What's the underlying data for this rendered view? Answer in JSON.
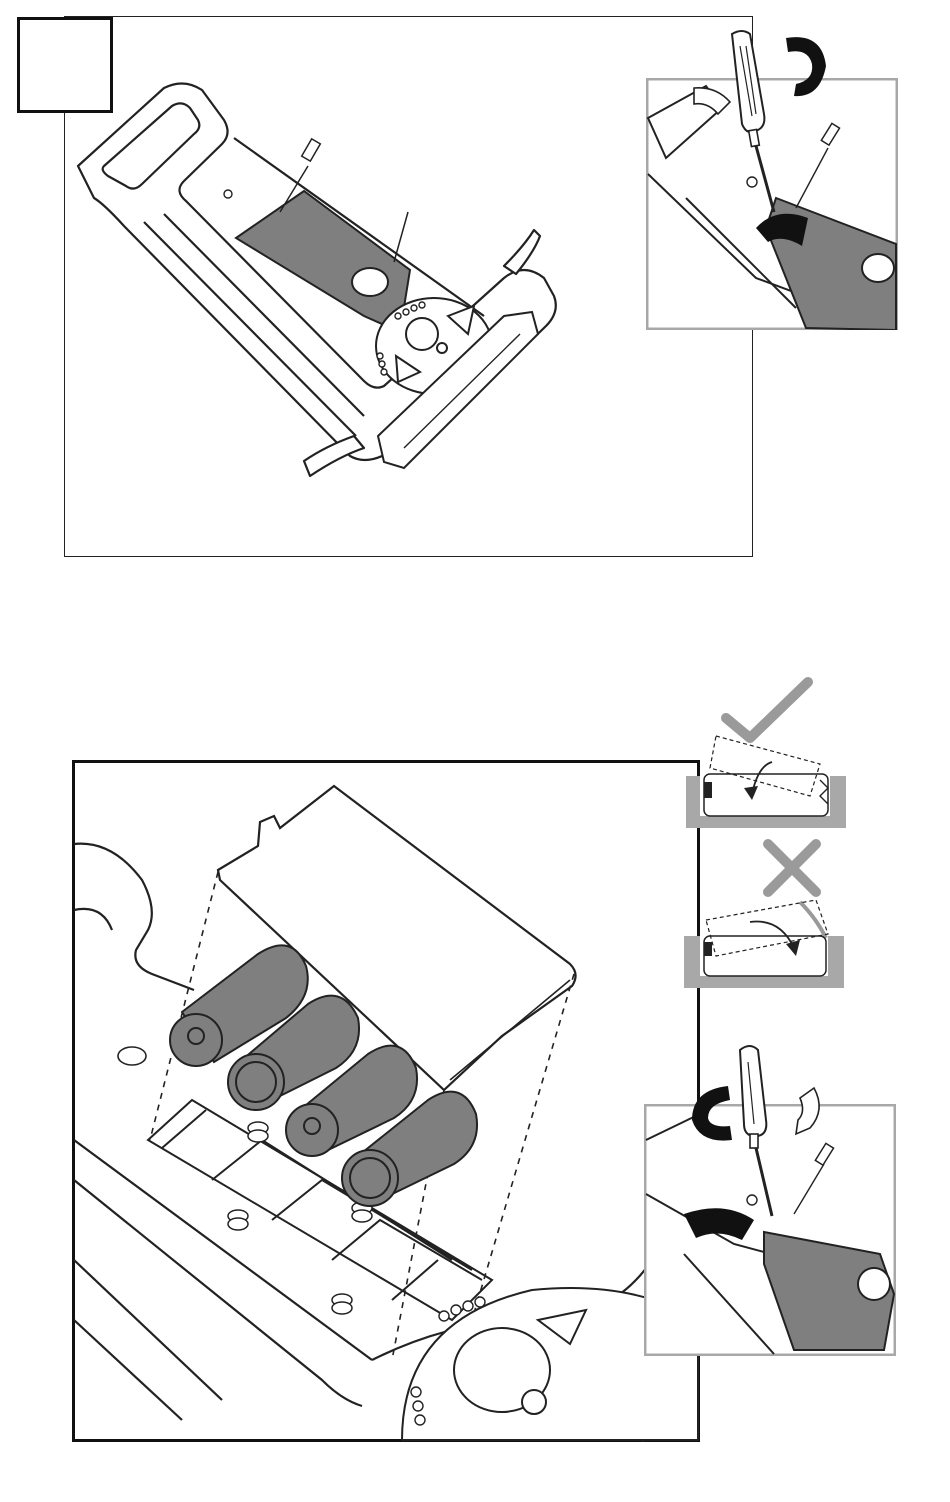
{
  "colors": {
    "line": "#222222",
    "battery_fill": "#7f7f7f",
    "frame_gray": "#a8a8a8",
    "check_gray": "#9a9a9a",
    "arrow_black": "#111111"
  },
  "step_box": {
    "number": ""
  },
  "panels": [
    {
      "id": "overview",
      "content": "metal-detector-top-view-battery-cover"
    },
    {
      "id": "unscrew-detail",
      "content": "screwdriver-removing-cover"
    },
    {
      "id": "battery-install",
      "content": "four-batteries-in-compartment"
    },
    {
      "id": "correct-orientation",
      "icon": "check-icon"
    },
    {
      "id": "wrong-orientation",
      "icon": "cross-icon"
    },
    {
      "id": "rescrew-detail",
      "content": "screwdriver-fastening-cover"
    }
  ]
}
